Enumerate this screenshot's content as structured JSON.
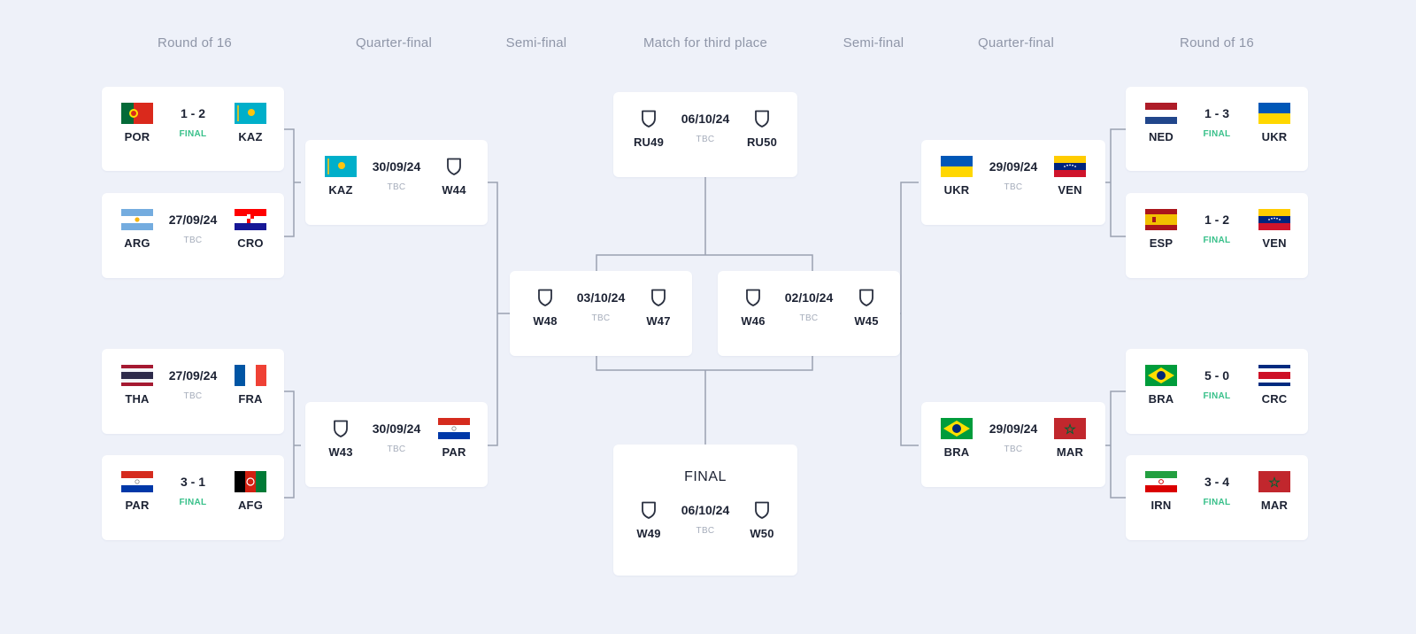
{
  "headers": {
    "left_r16": "Round of 16",
    "left_qf": "Quarter-final",
    "left_sf": "Semi-final",
    "third": "Match for third place",
    "right_sf": "Semi-final",
    "right_qf": "Quarter-final",
    "right_r16": "Round of 16"
  },
  "colors": {
    "background": "#eef1f9",
    "card": "#ffffff",
    "connector": "#9aa1b1",
    "status_final": "#38c08a",
    "status_tbc": "#a6adbb",
    "header_text": "#8f96a8"
  },
  "matches": {
    "l_r16_1": {
      "home": {
        "code": "POR",
        "flag": "portugal-flag"
      },
      "center": "1 - 2",
      "status": "FINAL",
      "away": {
        "code": "KAZ",
        "flag": "kazakhstan-flag"
      }
    },
    "l_r16_2": {
      "home": {
        "code": "ARG",
        "flag": "argentina-flag"
      },
      "center": "27/09/24",
      "status": "TBC",
      "away": {
        "code": "CRO",
        "flag": "croatia-flag"
      }
    },
    "l_r16_3": {
      "home": {
        "code": "THA",
        "flag": "thailand-flag"
      },
      "center": "27/09/24",
      "status": "TBC",
      "away": {
        "code": "FRA",
        "flag": "france-flag"
      }
    },
    "l_r16_4": {
      "home": {
        "code": "PAR",
        "flag": "paraguay-flag"
      },
      "center": "3 - 1",
      "status": "FINAL",
      "away": {
        "code": "AFG",
        "flag": "afghanistan-flag"
      }
    },
    "l_qf_1": {
      "home": {
        "code": "KAZ",
        "flag": "kazakhstan-flag"
      },
      "center": "30/09/24",
      "status": "TBC",
      "away": {
        "code": "W44",
        "flag": "shield-icon"
      }
    },
    "l_qf_2": {
      "home": {
        "code": "W43",
        "flag": "shield-icon"
      },
      "center": "30/09/24",
      "status": "TBC",
      "away": {
        "code": "PAR",
        "flag": "paraguay-flag"
      }
    },
    "l_sf": {
      "home": {
        "code": "W48",
        "flag": "shield-icon"
      },
      "center": "03/10/24",
      "status": "TBC",
      "away": {
        "code": "W47",
        "flag": "shield-icon"
      }
    },
    "third": {
      "home": {
        "code": "RU49",
        "flag": "shield-icon"
      },
      "center": "06/10/24",
      "status": "TBC",
      "away": {
        "code": "RU50",
        "flag": "shield-icon"
      }
    },
    "final": {
      "label": "FINAL",
      "home": {
        "code": "W49",
        "flag": "shield-icon"
      },
      "center": "06/10/24",
      "status": "TBC",
      "away": {
        "code": "W50",
        "flag": "shield-icon"
      }
    },
    "r_sf": {
      "home": {
        "code": "W46",
        "flag": "shield-icon"
      },
      "center": "02/10/24",
      "status": "TBC",
      "away": {
        "code": "W45",
        "flag": "shield-icon"
      }
    },
    "r_qf_1": {
      "home": {
        "code": "UKR",
        "flag": "ukraine-flag"
      },
      "center": "29/09/24",
      "status": "TBC",
      "away": {
        "code": "VEN",
        "flag": "venezuela-flag"
      }
    },
    "r_qf_2": {
      "home": {
        "code": "BRA",
        "flag": "brazil-flag"
      },
      "center": "29/09/24",
      "status": "TBC",
      "away": {
        "code": "MAR",
        "flag": "morocco-flag"
      }
    },
    "r_r16_1": {
      "home": {
        "code": "NED",
        "flag": "netherlands-flag"
      },
      "center": "1 - 3",
      "status": "FINAL",
      "away": {
        "code": "UKR",
        "flag": "ukraine-flag"
      }
    },
    "r_r16_2": {
      "home": {
        "code": "ESP",
        "flag": "spain-flag"
      },
      "center": "1 - 2",
      "status": "FINAL",
      "away": {
        "code": "VEN",
        "flag": "venezuela-flag"
      }
    },
    "r_r16_3": {
      "home": {
        "code": "BRA",
        "flag": "brazil-flag"
      },
      "center": "5 - 0",
      "status": "FINAL",
      "away": {
        "code": "CRC",
        "flag": "costa-rica-flag"
      }
    },
    "r_r16_4": {
      "home": {
        "code": "IRN",
        "flag": "iran-flag"
      },
      "center": "3 - 4",
      "status": "FINAL",
      "away": {
        "code": "MAR",
        "flag": "morocco-flag"
      }
    }
  }
}
